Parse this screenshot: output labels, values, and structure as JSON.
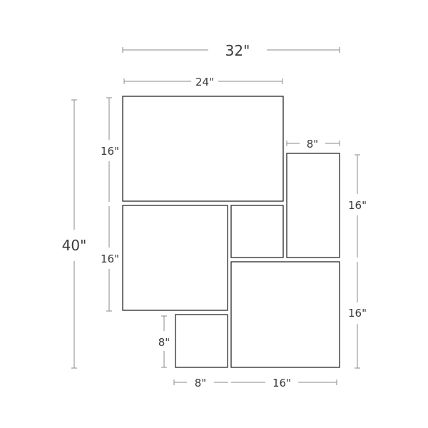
{
  "dimensions": {
    "overall_width": "32\"",
    "overall_height": "40\"",
    "top_frame_width": "24\"",
    "top_frame_height": "16\"",
    "left_middle_height": "16\"",
    "small_bottom_height": "8\"",
    "small_bottom_width": "8\"",
    "bottom_right_width": "16\"",
    "right_top_width": "8\"",
    "right_top_height": "16\"",
    "right_bottom_height": "16\""
  }
}
